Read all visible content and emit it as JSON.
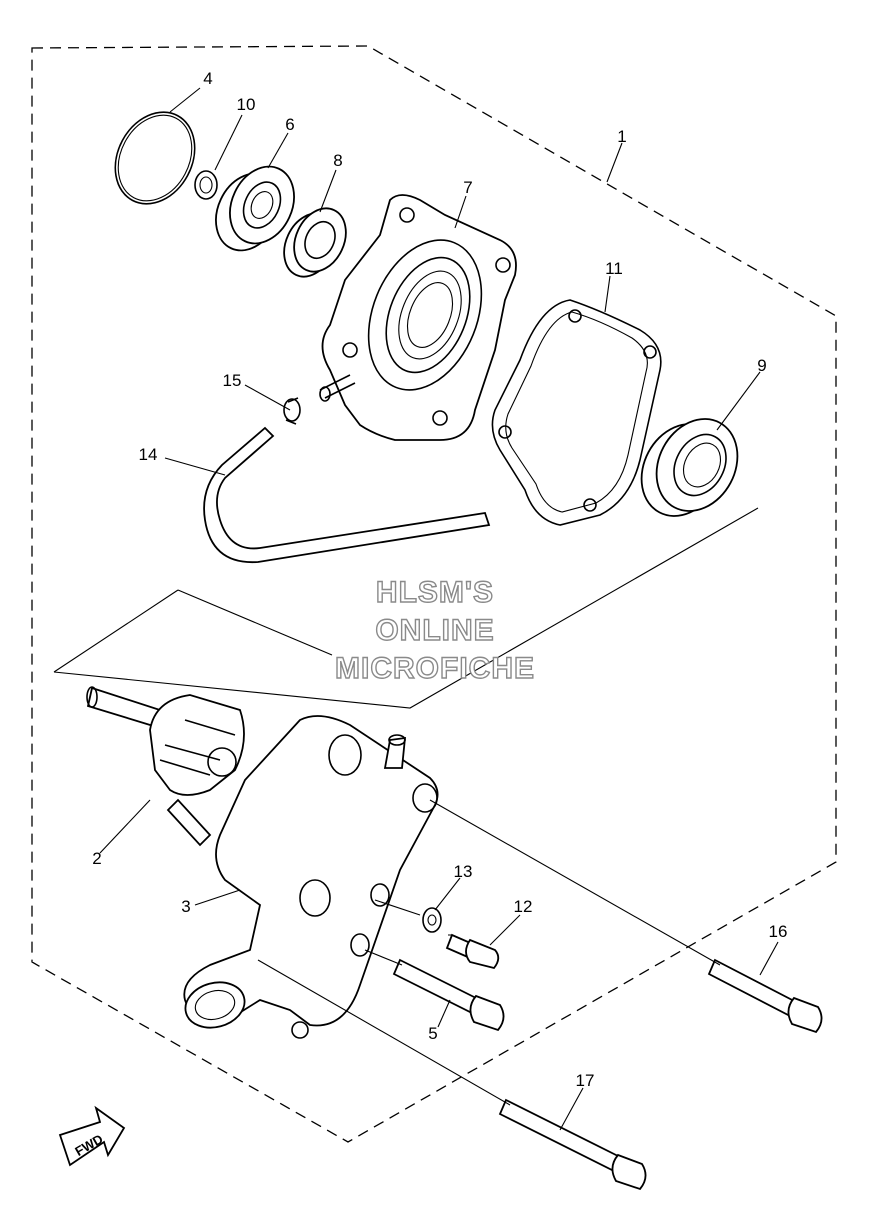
{
  "callouts": {
    "c1": "1",
    "c2": "2",
    "c3": "3",
    "c4": "4",
    "c5": "5",
    "c6": "6",
    "c7": "7",
    "c8": "8",
    "c9": "9",
    "c10": "10",
    "c11": "11",
    "c12": "12",
    "c13": "13",
    "c14": "14",
    "c15": "15",
    "c16": "16",
    "c17": "17"
  },
  "watermark": {
    "line1": "HLSM'S",
    "line2": "ONLINE",
    "line3": "MICROFICHE"
  },
  "fwd_label": "FWD"
}
